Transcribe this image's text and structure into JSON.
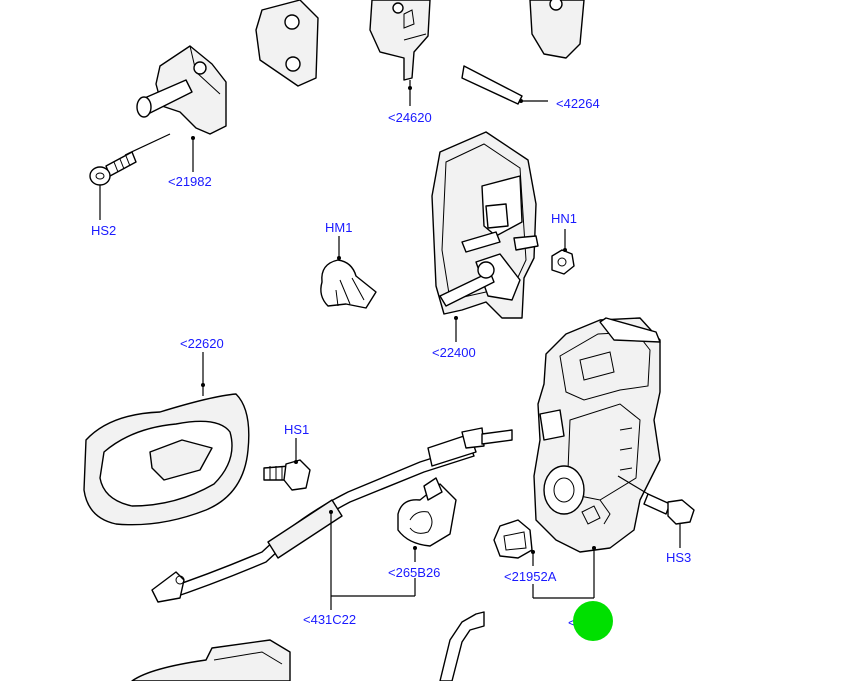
{
  "diagram": {
    "callouts": {
      "c24620": "<24620",
      "c42264": "<42264",
      "c21982": "<21982",
      "hs2": "HS2",
      "hm1": "HM1",
      "hn1": "HN1",
      "c22400": "<22400",
      "c22620": "<22620",
      "hs1": "HS1",
      "c265b26": "<265B26",
      "c21952a": "<21952A",
      "hs3": "HS3",
      "c431c22": "<431C22",
      "hidden_prefix": "<"
    },
    "colors": {
      "callout_text": "#1a1aff",
      "line": "#000000",
      "marker": "#00e000"
    },
    "marker_icon": "green-circle-marker"
  }
}
